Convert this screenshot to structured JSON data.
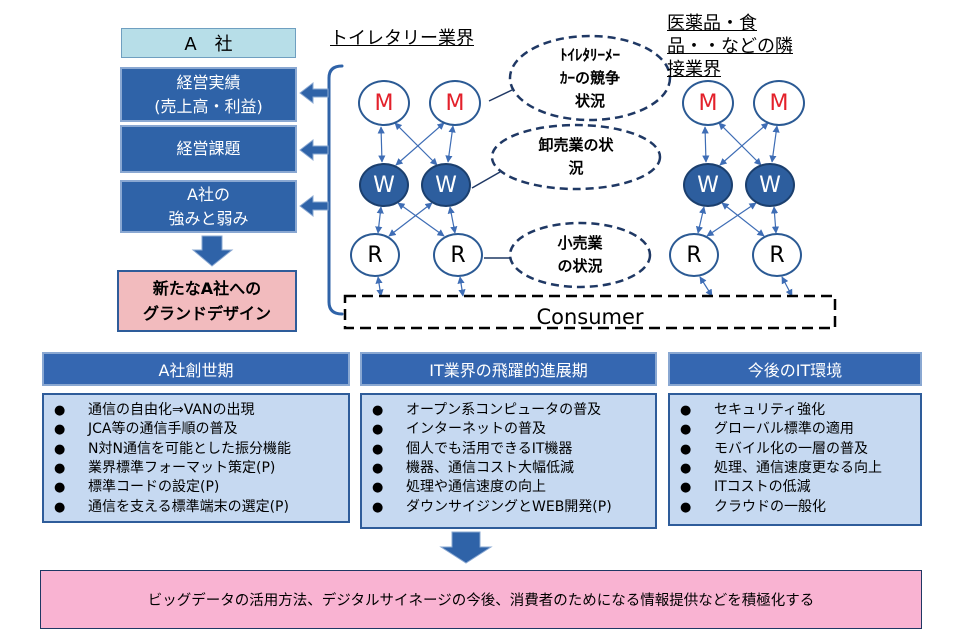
{
  "company": {
    "label": "A　社"
  },
  "management_items": [
    {
      "text": "経営実績\n(売上高・利益)"
    },
    {
      "text": "経営課題"
    },
    {
      "text": "A社の\n強みと弱み"
    }
  ],
  "grand_design": {
    "text": "新たなA社への\nグランドデザイン"
  },
  "toiletry_industry": {
    "label": "トイレタリー業界",
    "manufacturers": [
      "M",
      "M"
    ],
    "wholesalers": [
      "W",
      "W"
    ],
    "retailers": [
      "R",
      "R"
    ],
    "callouts": {
      "manufacturer_competition": "ﾄｲﾚﾀﾘｰﾒｰ\nｶｰの競争\n状況",
      "wholesaler_status": "卸売業の状\n況",
      "retailer_status": "小売業\nの状況"
    }
  },
  "adjacent_industry": {
    "label": "医薬品・食\n品・・などの隣\n接業界",
    "manufacturers": [
      "M",
      "M"
    ],
    "wholesalers": [
      "W",
      "W"
    ],
    "retailers": [
      "R",
      "R"
    ]
  },
  "consumer": {
    "label": "Consumer"
  },
  "bullet": "●",
  "eras": [
    {
      "title": "A社創世期",
      "items": [
        "通信の自由化⇒VANの出現",
        "JCA等の通信手順の普及",
        "N対N通信を可能とした振分機能",
        "業界標準フォーマット策定(P)",
        "標準コードの設定(P)",
        "通信を支える標準端末の選定(P)"
      ]
    },
    {
      "title": "IT業界の飛躍的進展期",
      "items": [
        "オープン系コンピュータの普及",
        "インターネットの普及",
        "個人でも活用できるIT機器",
        "機器、通信コスト大幅低減",
        "処理や通信速度の向上",
        "ダウンサイジングとWEB開発(P)"
      ]
    },
    {
      "title": "今後のIT環境",
      "items": [
        "セキュリティ強化",
        "グローバル標準の適用",
        "モバイル化の一層の普及",
        "処理、通信速度更なる向上",
        "ITコストの低減",
        "クラウドの一般化"
      ]
    }
  ],
  "conclusion": {
    "text": "ビッグデータの活用方法、デジタルサイネージの今後、消費者のためになる情報提供などを積極化する"
  },
  "colors": {
    "box_blue": "#2F63A8",
    "box_blue_border": "#8AA8D2",
    "header_blue": "#3567B1",
    "panel_light_blue": "#C6D9F1",
    "panel_border": "#2E5C9A",
    "company_cyan": "#B7DEE8",
    "grand_design_pink": "#F2BBBE",
    "conclusion_pink": "#F9B3D2",
    "manufacturer_letter_red": "#E3202A",
    "wholesaler_fill": "#2D5E9E",
    "node_border": "#2B5A94",
    "callout_outline": "#1F3864"
  }
}
